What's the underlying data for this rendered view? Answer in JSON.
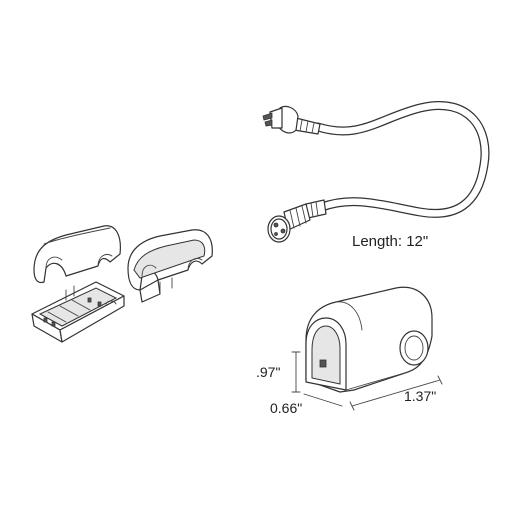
{
  "labels": {
    "cable_length": "Length: 12\"",
    "height": ".97\"",
    "depth": "0.66\"",
    "width": "1.37\""
  },
  "colors": {
    "line": "#333333",
    "background": "#ffffff"
  }
}
